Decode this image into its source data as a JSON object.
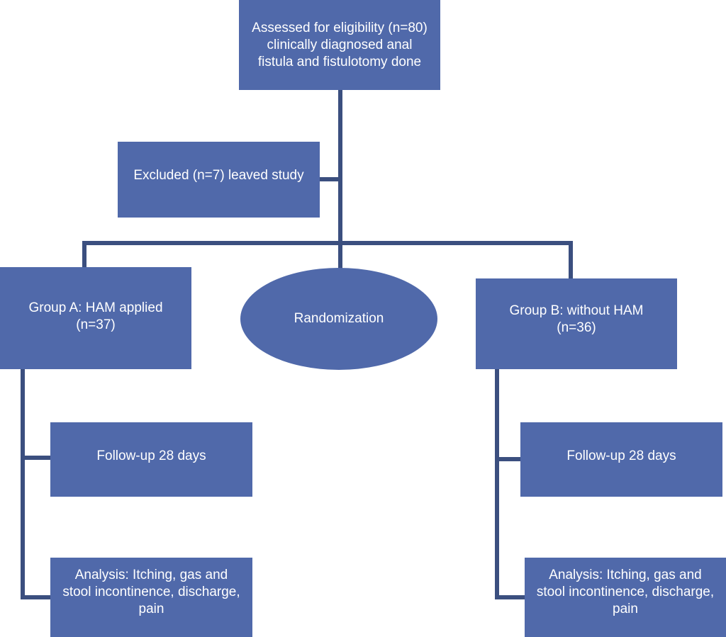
{
  "diagram": {
    "type": "flowchart",
    "colors": {
      "box_fill": "#5069aa",
      "connector": "#3b4f7f",
      "text": "#ffffff",
      "background": "#ffffff"
    },
    "nodes": {
      "assessed": {
        "lines": [
          "Assessed for eligibility (n=80)",
          "clinically diagnosed anal",
          "fistula and fistulotomy done"
        ]
      },
      "excluded": {
        "lines": [
          "Excluded (n=7) leaved study"
        ]
      },
      "randomization": {
        "lines": [
          "Randomization"
        ]
      },
      "group_a": {
        "lines": [
          "Group A: HAM applied",
          "(n=37)"
        ]
      },
      "group_b": {
        "lines": [
          "Group B: without HAM",
          "(n=36)"
        ]
      },
      "followup_a": {
        "lines": [
          "Follow-up 28 days"
        ]
      },
      "followup_b": {
        "lines": [
          "Follow-up 28 days"
        ]
      },
      "analysis_a": {
        "lines": [
          "Analysis: Itching, gas and",
          "stool incontinence, discharge,",
          "pain"
        ]
      },
      "analysis_b": {
        "lines": [
          "Analysis: Itching, gas and",
          "stool incontinence, discharge,",
          "pain"
        ]
      }
    },
    "edges": [
      [
        "assessed",
        "randomization"
      ],
      [
        "excluded",
        "assessed"
      ],
      [
        "randomization",
        "group_a"
      ],
      [
        "randomization",
        "group_b"
      ],
      [
        "group_a",
        "followup_a"
      ],
      [
        "group_a",
        "analysis_a"
      ],
      [
        "group_b",
        "followup_b"
      ],
      [
        "group_b",
        "analysis_b"
      ]
    ]
  }
}
